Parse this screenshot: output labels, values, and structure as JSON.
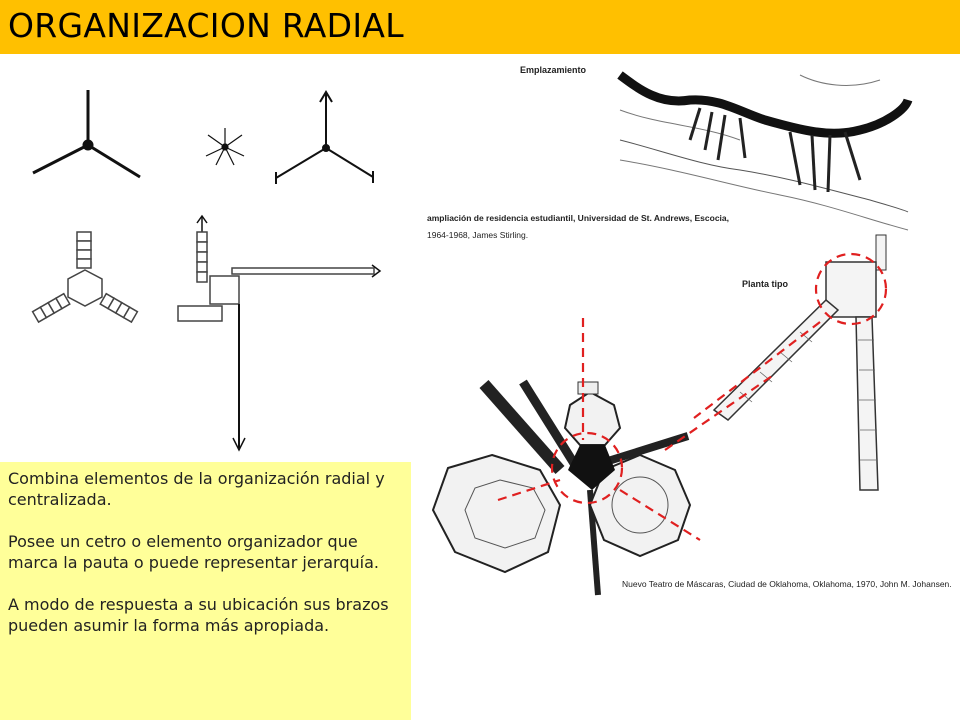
{
  "slide": {
    "title": "ORGANIZACION RADIAL",
    "title_bar_color": "#ffc000",
    "note_background": "#ffff99",
    "highlight_color": "#e02020"
  },
  "note": {
    "paragraphs": [
      "Combina elementos de la organización radial y centralizada.",
      "Posee un cetro o elemento organizador que marca la pauta o puede representar jerarquía.",
      "A modo de respuesta a su ubicación sus brazos pueden asumir la forma más apropiada."
    ]
  },
  "plans": {
    "site_label": "Emplazamiento",
    "st_andrews_caption_1": "ampliación de residencia estudiantil, Universidad de St. Andrews, Escocia,",
    "st_andrews_caption_2": "1964-1968, James Stirling.",
    "typical_floor_label": "Planta tipo",
    "theatre_caption": "Nuevo Teatro de Máscaras, Ciudad de Oklahoma, Oklahoma, 1970, John M. Johansen."
  }
}
